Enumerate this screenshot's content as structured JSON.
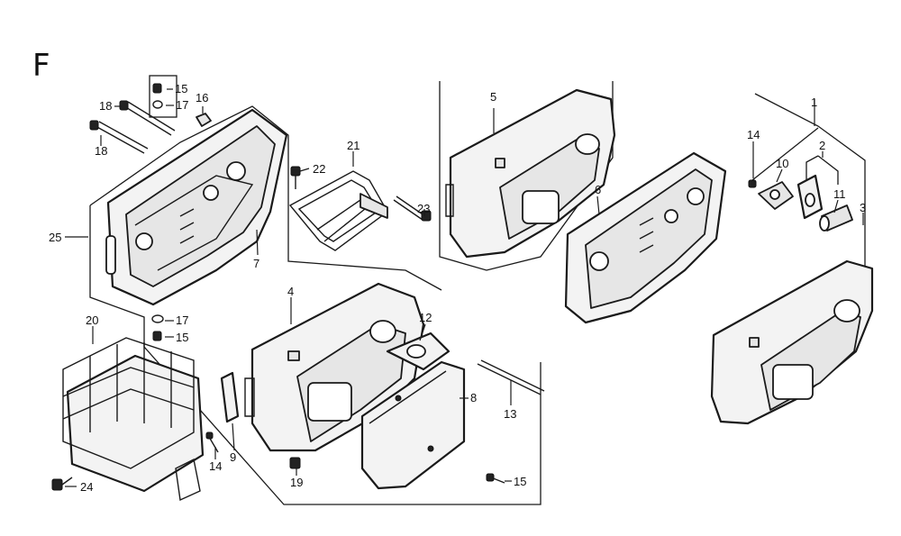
{
  "section_letter": "F",
  "callouts": {
    "c1": "1",
    "c2": "2",
    "c3": "3",
    "c4": "4",
    "c5": "5",
    "c6": "6",
    "c7": "7",
    "c8": "8",
    "c9": "9",
    "c10": "10",
    "c11": "11",
    "c12": "12",
    "c13": "13",
    "c14a": "14",
    "c14b": "14",
    "c15a": "15",
    "c15b": "15",
    "c15c": "15",
    "c16": "16",
    "c17a": "17",
    "c17b": "17",
    "c18a": "18",
    "c18b": "18",
    "c19": "19",
    "c20": "20",
    "c21": "21",
    "c22": "22",
    "c23": "23",
    "c24": "24",
    "c25": "25"
  }
}
